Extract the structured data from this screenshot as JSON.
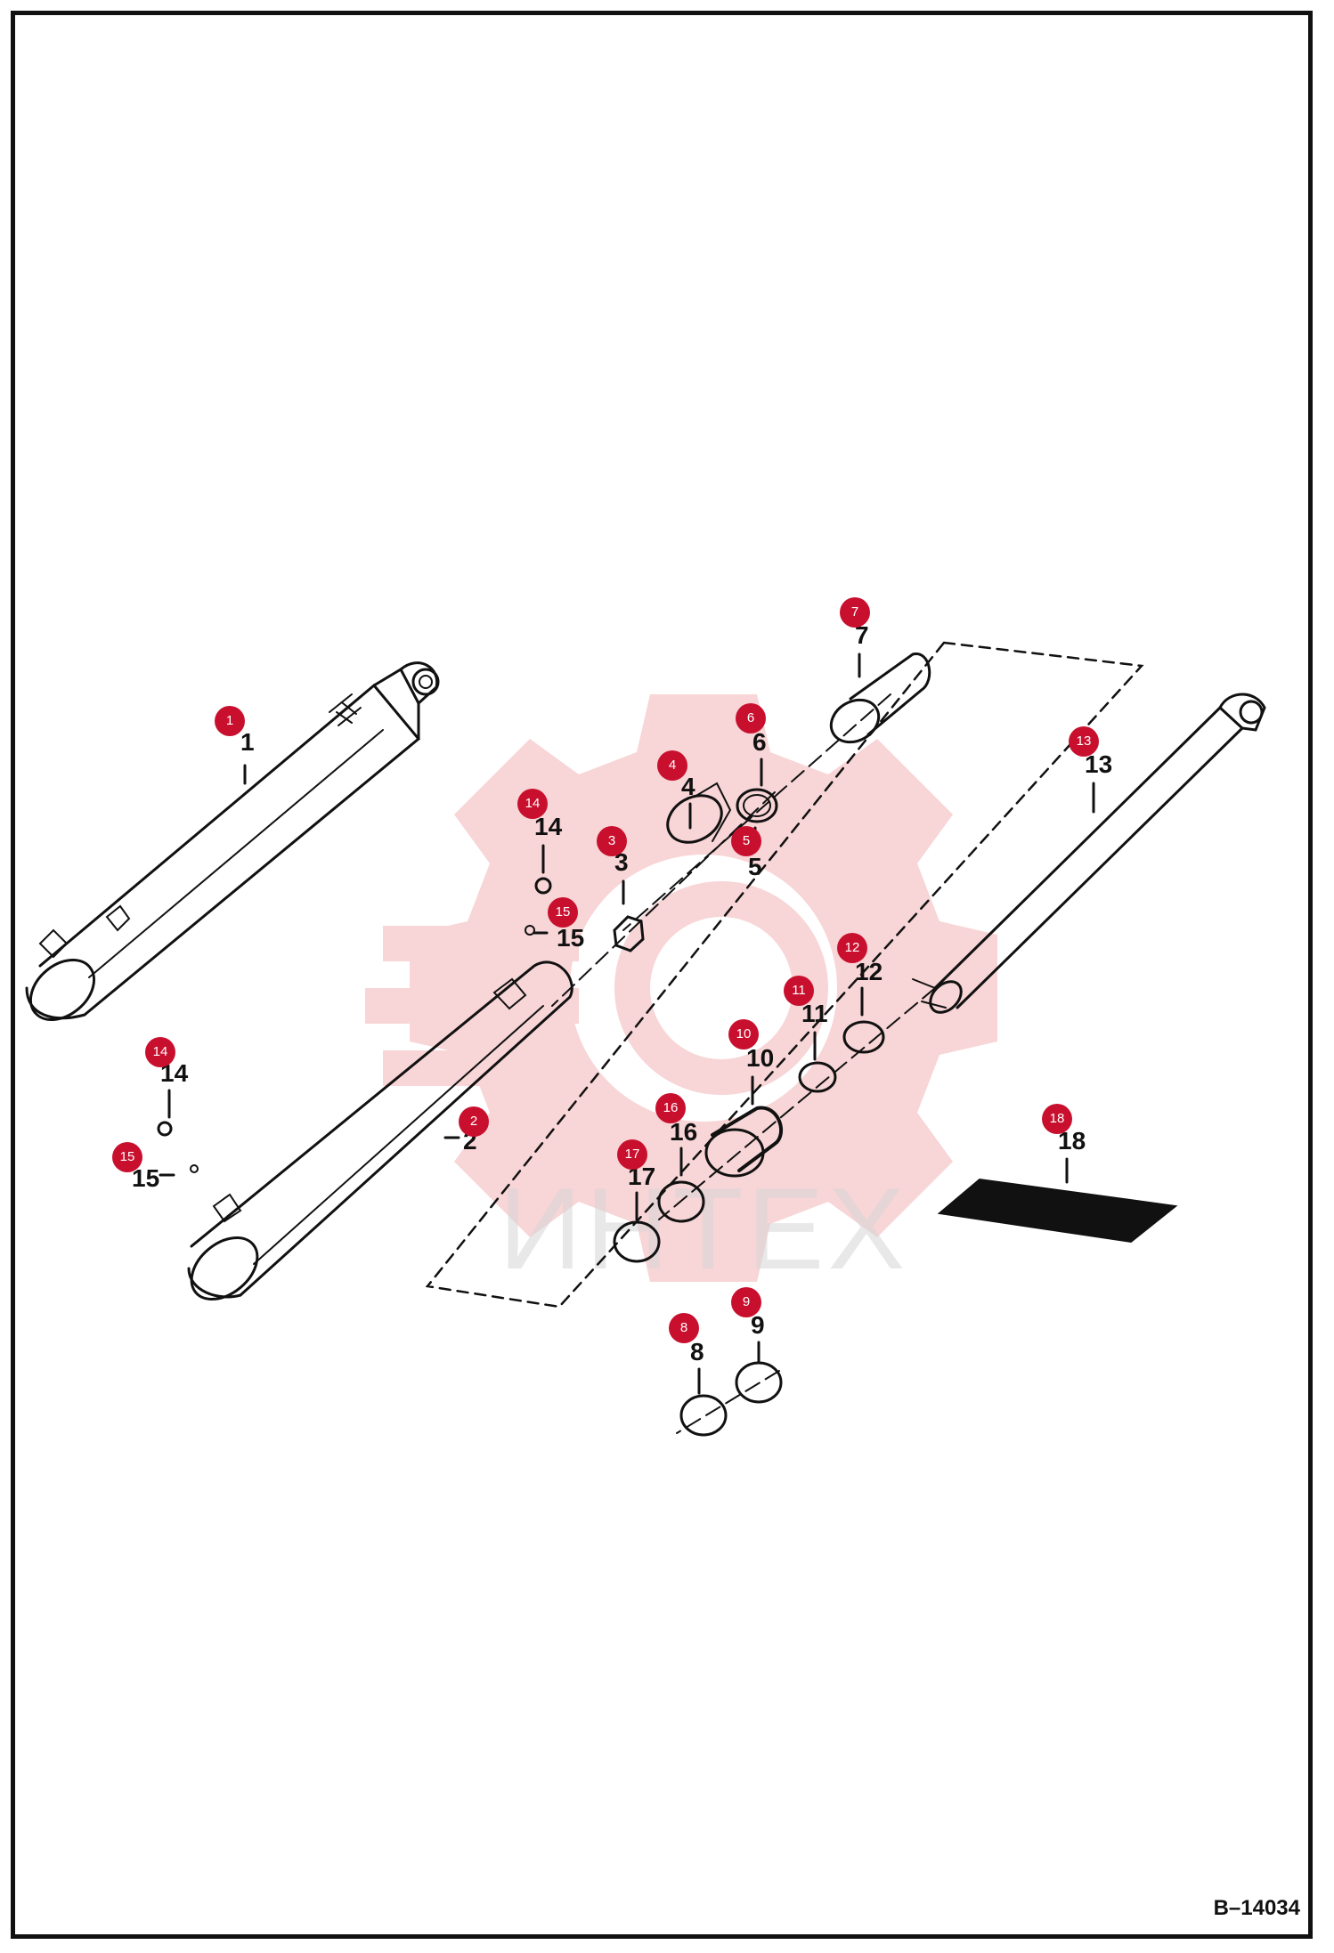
{
  "drawing_code": "B–14034",
  "watermark": {
    "text": "ИНТЕХ",
    "color": "#d9d9d9",
    "gear_color": "#f6c3c5"
  },
  "colors": {
    "callout": "#c8102e",
    "line": "#111111"
  },
  "parts": [
    {
      "number": "1",
      "label": "1"
    },
    {
      "number": "2",
      "label": "2"
    },
    {
      "number": "3",
      "label": "3"
    },
    {
      "number": "4",
      "label": "4"
    },
    {
      "number": "5",
      "label": "5"
    },
    {
      "number": "6",
      "label": "6"
    },
    {
      "number": "7",
      "label": "7"
    },
    {
      "number": "8",
      "label": "8"
    },
    {
      "number": "9",
      "label": "9"
    },
    {
      "number": "10",
      "label": "10"
    },
    {
      "number": "11",
      "label": "11"
    },
    {
      "number": "12",
      "label": "12"
    },
    {
      "number": "13",
      "label": "13"
    },
    {
      "number": "14",
      "label": "14"
    },
    {
      "number": "15",
      "label": "15"
    },
    {
      "number": "16",
      "label": "16"
    },
    {
      "number": "17",
      "label": "17"
    },
    {
      "number": "18",
      "label": "18"
    },
    {
      "number": "14",
      "label": "14"
    },
    {
      "number": "15",
      "label": "15"
    }
  ]
}
